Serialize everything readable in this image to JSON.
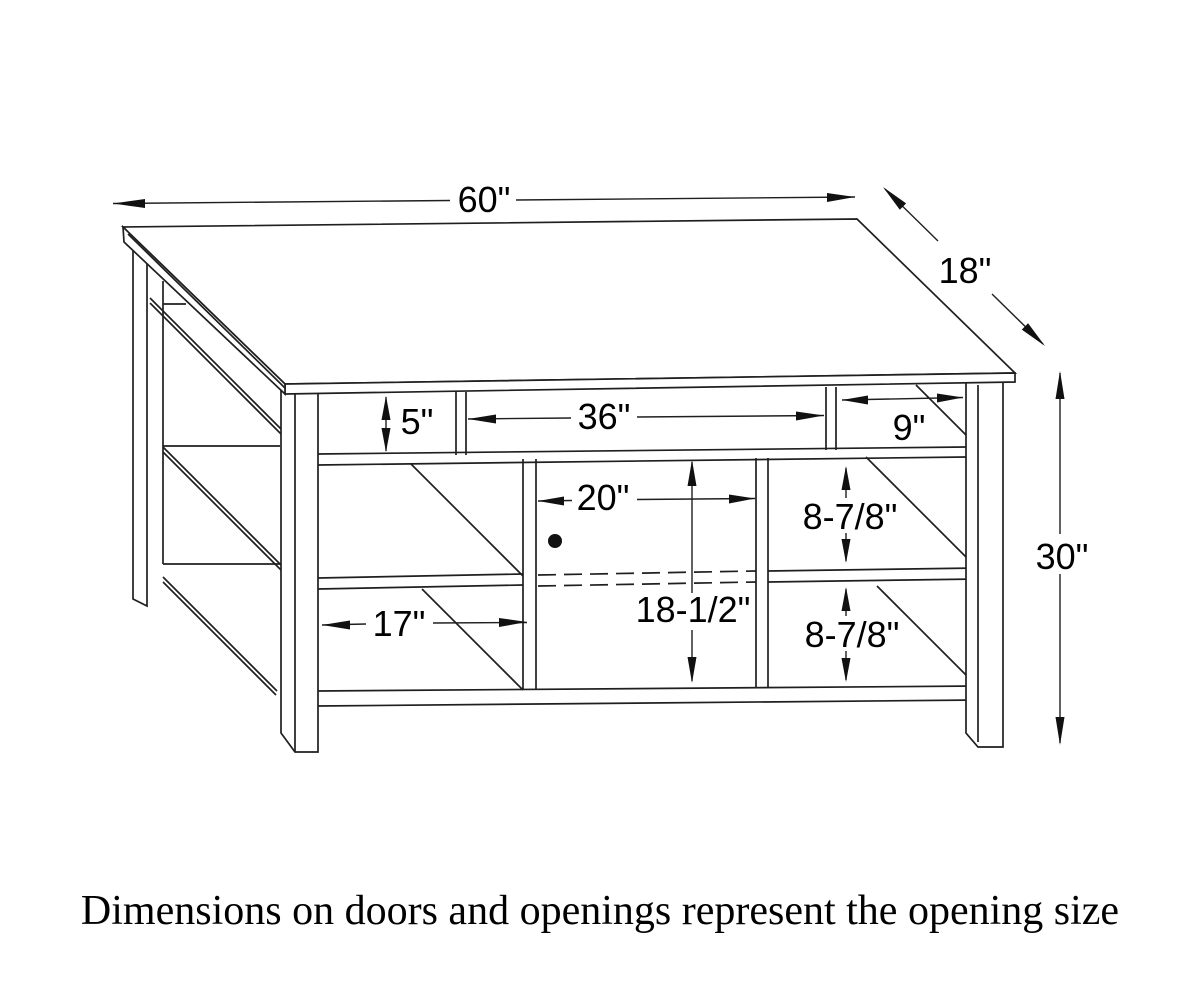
{
  "drawing": {
    "background": "#ffffff",
    "line_color": "#1f1f1f",
    "caption": "Dimensions on doors and openings represent the opening size",
    "labels": {
      "top_width": "60\"",
      "top_depth": "18\"",
      "overall_height": "30\"",
      "top_left_opening_height": "5\"",
      "top_center_opening_width": "36\"",
      "top_right_opening_width": "9\"",
      "center_opening_width": "20\"",
      "center_opening_height": "18-1/2\"",
      "right_upper_opening_height": "8-7/8\"",
      "right_lower_opening_height": "8-7/8\"",
      "left_lower_opening_width": "17\""
    }
  }
}
